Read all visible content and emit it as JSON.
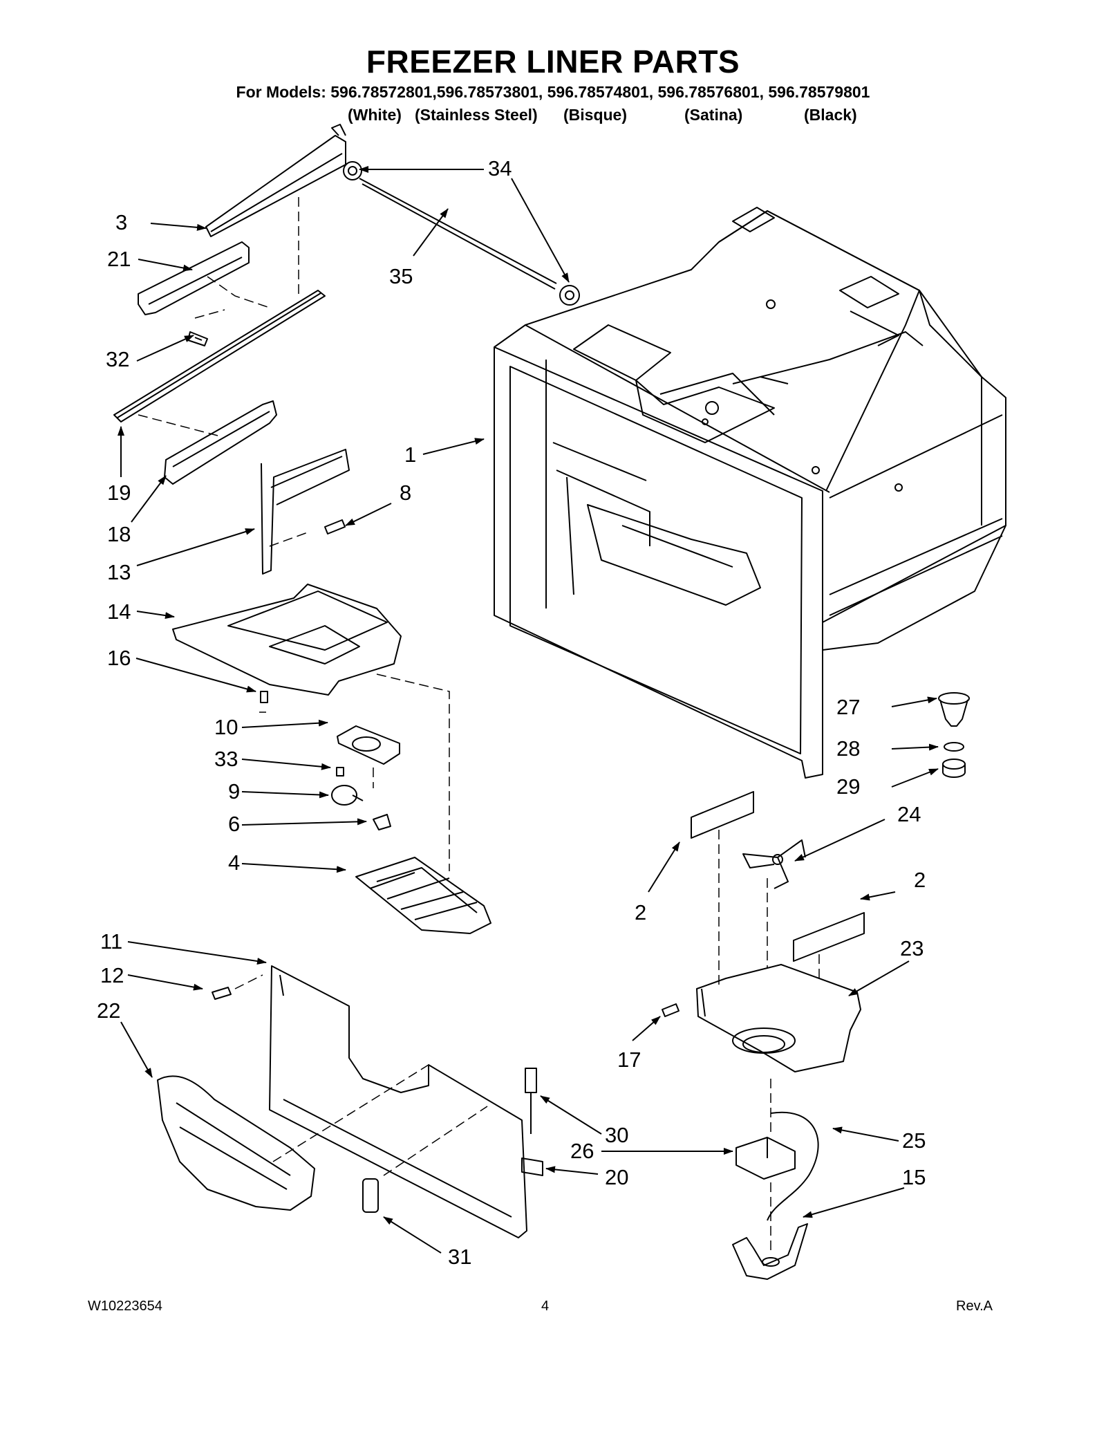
{
  "header": {
    "title": "FREEZER LINER PARTS",
    "models": "For Models: 596.78572801,596.78573801, 596.78574801, 596.78576801, 596.78579801",
    "finishes": [
      "(White)",
      "(Stainless Steel)",
      "(Bisque)",
      "(Satina)",
      "(Black)"
    ]
  },
  "callouts": [
    "34",
    "3",
    "21",
    "35",
    "32",
    "19",
    "1",
    "18",
    "8",
    "13",
    "14",
    "16",
    "10",
    "33",
    "9",
    "6",
    "4",
    "27",
    "28",
    "29",
    "24",
    "2",
    "2",
    "11",
    "12",
    "22",
    "23",
    "17",
    "30",
    "26",
    "25",
    "20",
    "15",
    "31"
  ],
  "footer": {
    "doc_number": "W10223654",
    "page_number": "4",
    "revision": "Rev.A"
  }
}
